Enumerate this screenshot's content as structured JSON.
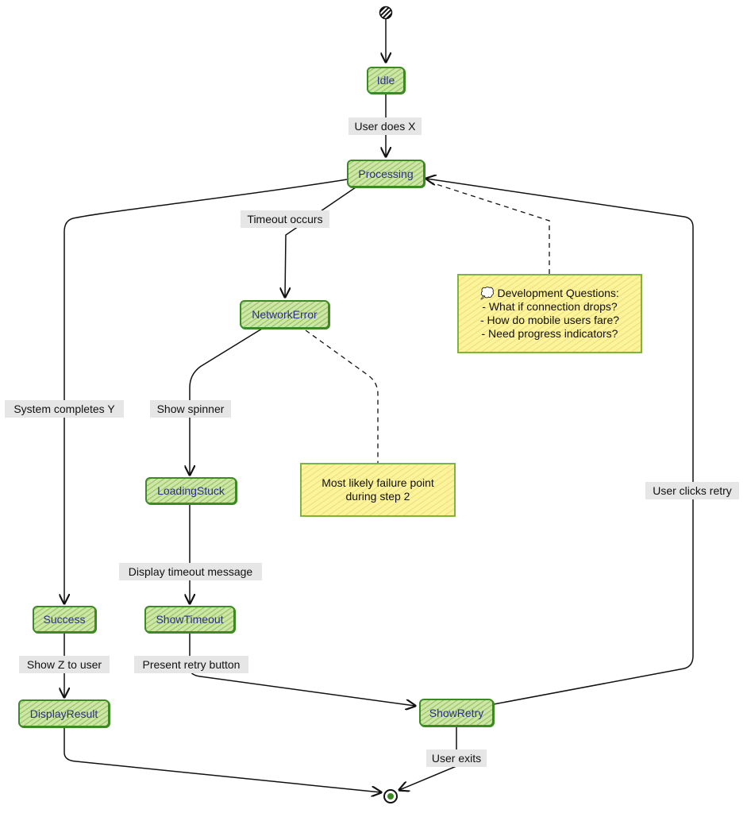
{
  "states": {
    "idle": "Idle",
    "processing": "Processing",
    "network_error": "NetworkError",
    "loading_stuck": "LoadingStuck",
    "show_timeout": "ShowTimeout",
    "success": "Success",
    "display_result": "DisplayResult",
    "show_retry": "ShowRetry"
  },
  "transitions": {
    "user_does_x": "User does X",
    "timeout_occurs": "Timeout occurs",
    "system_completes_y": "System completes Y",
    "show_spinner": "Show spinner",
    "display_timeout_message": "Display timeout message",
    "show_z_to_user": "Show Z to user",
    "present_retry_button": "Present retry button",
    "user_exits": "User exits",
    "user_clicks_retry": "User clicks retry"
  },
  "notes": {
    "dev_questions": {
      "icon": "💭",
      "line1": "Development Questions:",
      "line2": "- What if connection drops?",
      "line3": "- How do mobile users fare?",
      "line4": "- Need progress indicators?"
    },
    "failure_point": {
      "line1": "Most likely failure point",
      "line2": "during step 2"
    }
  },
  "colors": {
    "state_fill": "#cfe6a8",
    "state_border": "#3d8a24",
    "note_fill": "#fdf39a",
    "label_bg": "#e6e6e6"
  }
}
